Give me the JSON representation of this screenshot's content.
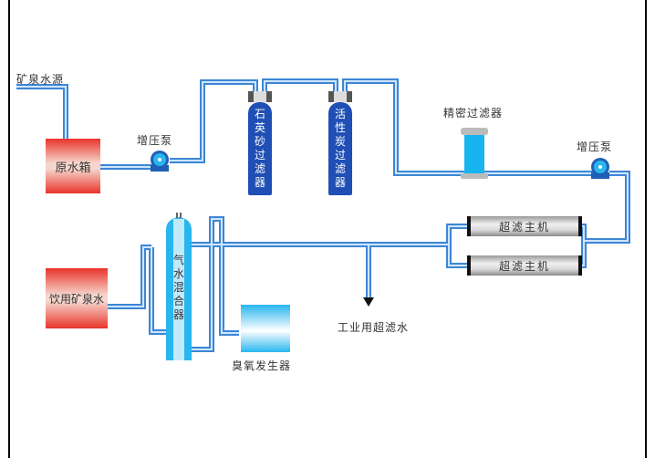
{
  "title": "矿泉水生产工艺流程图",
  "labels": {
    "source": "矿泉水源",
    "raw_tank": "原水箱",
    "pump1": "增压泵",
    "quartz_filter": "石英砂过滤器",
    "carbon_filter": "活性炭过滤器",
    "precision_filter": "精密过滤器",
    "pump2": "增压泵",
    "uf1": "超滤主机",
    "uf2": "超滤主机",
    "mixer": "气水混合器",
    "drinking": "饮用矿泉水",
    "ozone": "臭氧发生器",
    "industrial": "工业用超滤水"
  },
  "colors": {
    "pipe": "#3d86d6",
    "pipe_inner": "#cfe6fa",
    "filter": "#1f4fb5",
    "tank_red": "#e8342a",
    "cyan": "#29b6ef"
  }
}
